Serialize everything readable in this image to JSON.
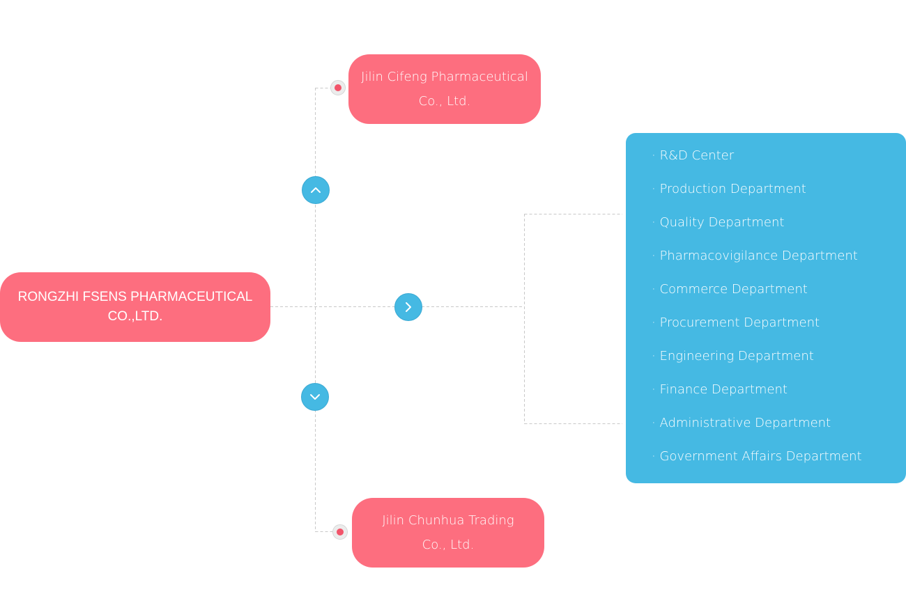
{
  "root": {
    "line1": "RONGZHI FSENS PHARMACEUTICAL",
    "line2": "CO.,LTD."
  },
  "subsidiaries": [
    {
      "line1": "Jilin Cifeng Pharmaceutical",
      "line2": "Co., Ltd."
    },
    {
      "line1": "Jilin Chunhua Trading",
      "line2": "Co., Ltd."
    }
  ],
  "departments": [
    "· R&D Center",
    "· Production Department",
    "· Quality Department",
    "· Pharmacovigilance Department",
    "· Commerce Department",
    "· Procurement Department",
    "· Engineering Department",
    "· Finance Department",
    "· Administrative Department",
    "· Government Affairs Department"
  ],
  "icons": {
    "up": "chevron-up-icon",
    "right": "chevron-right-icon",
    "down": "chevron-down-icon"
  },
  "colors": {
    "company_node": "#fd6e7f",
    "accent_blue": "#45b9e3",
    "dot_red": "#f2546a",
    "connector": "#c8c8c8"
  }
}
